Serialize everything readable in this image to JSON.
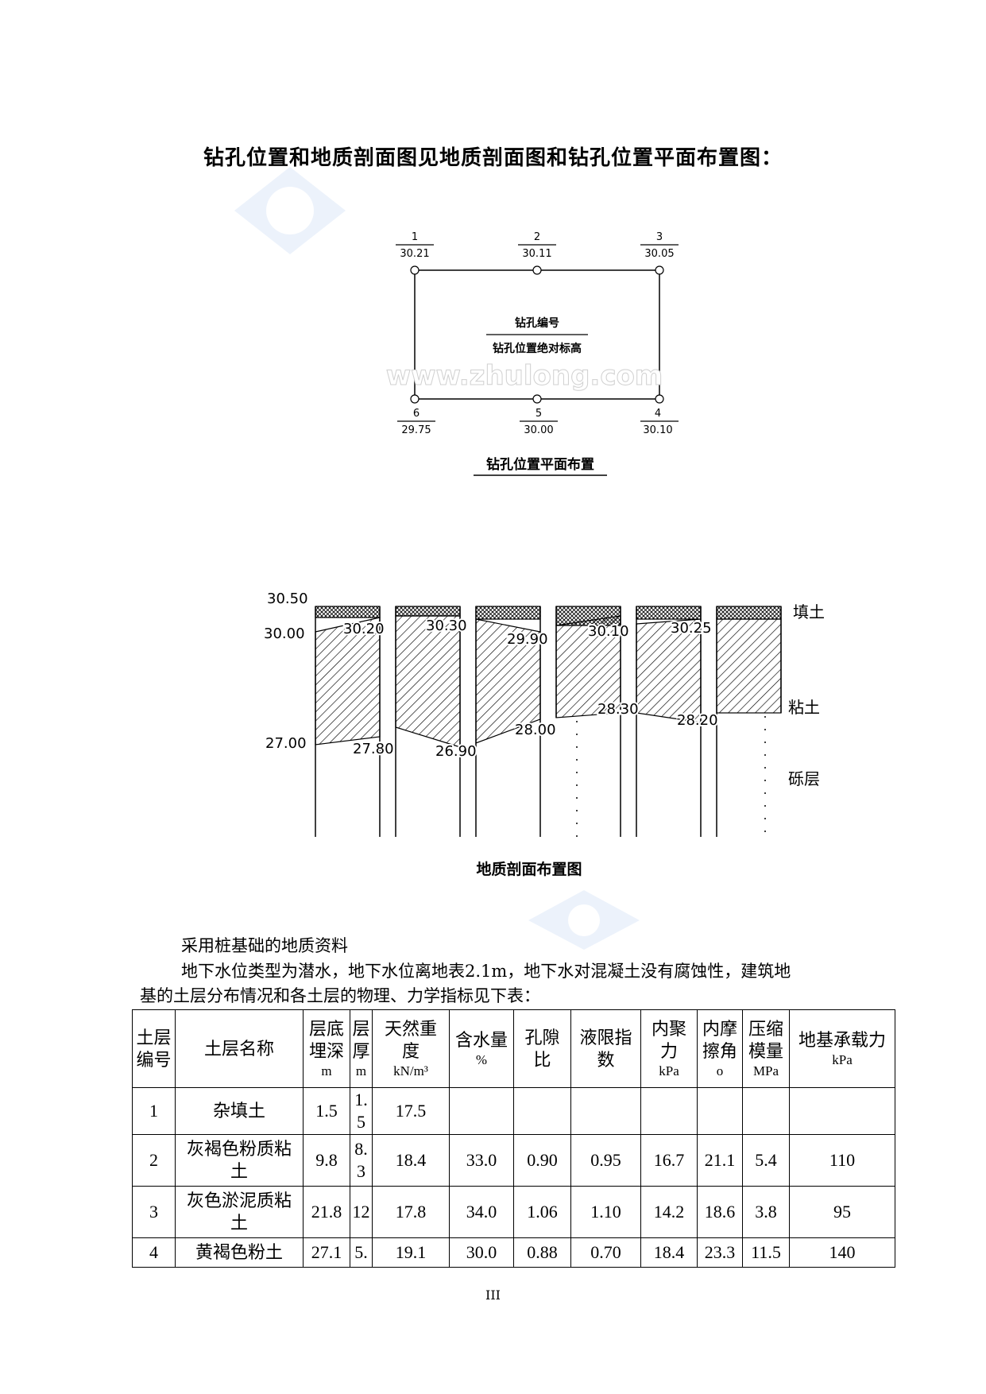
{
  "heading": "钻孔位置和地质剖面图见地质剖面图和钻孔位置平面布置图：",
  "watermark": "www.zhulong.com",
  "plan_figure": {
    "legend_top": "钻孔编号",
    "legend_bottom": "钻孔位置绝对标高",
    "caption": "钻孔位置平面布置",
    "boreholes": [
      {
        "id": "1",
        "elevation": "30.21"
      },
      {
        "id": "2",
        "elevation": "30.11"
      },
      {
        "id": "3",
        "elevation": "30.05"
      },
      {
        "id": "6",
        "elevation": "29.75"
      },
      {
        "id": "5",
        "elevation": "30.00"
      },
      {
        "id": "4",
        "elevation": "30.10"
      }
    ]
  },
  "profile_figure": {
    "caption": "地质剖面布置图",
    "scale_labels": [
      "30.50",
      "30.00",
      "27.00"
    ],
    "layer_labels": [
      "填土",
      "粘土",
      "砾层"
    ],
    "top_elevations": [
      "30.20",
      "30.30",
      "29.90",
      "30.10",
      "30.25"
    ],
    "bottom_elevations": [
      "27.80",
      "26.90",
      "28.00",
      "28.30",
      "28.20"
    ]
  },
  "paragraphs": [
    "采用桩基础的地质资料",
    "地下水位类型为潜水，地下水位离地表2.1m，地下水对混凝土没有腐蚀性，建筑地",
    "基的土层分布情况和各土层的物理、力学指标见下表："
  ],
  "table": {
    "headers": [
      {
        "text": "土层\n编号",
        "unit": ""
      },
      {
        "text": "土层名称",
        "unit": ""
      },
      {
        "text": "层底\n埋深",
        "unit": "m"
      },
      {
        "text": "层\n厚",
        "unit": "m"
      },
      {
        "text": "天然重\n度",
        "unit": "kN/m³"
      },
      {
        "text": "含水量",
        "unit": "%"
      },
      {
        "text": "孔隙\n比",
        "unit": ""
      },
      {
        "text": "液限指\n数",
        "unit": ""
      },
      {
        "text": "内聚\n力",
        "unit": "kPa"
      },
      {
        "text": "内摩\n擦角",
        "unit": "o"
      },
      {
        "text": "压缩\n模量",
        "unit": "MPa"
      },
      {
        "text": "地基承载力",
        "unit": "kPa"
      }
    ],
    "rows": [
      [
        "1",
        "杂填土",
        "1.5",
        "1.\n5",
        "17.5",
        "",
        "",
        "",
        "",
        "",
        "",
        ""
      ],
      [
        "2",
        "灰褐色粉质粘\n土",
        "9.8",
        "8.\n3",
        "18.4",
        "33.0",
        "0.90",
        "0.95",
        "16.7",
        "21.1",
        "5.4",
        "110"
      ],
      [
        "3",
        "灰色淤泥质粘\n土",
        "21.8",
        "12",
        "17.8",
        "34.0",
        "1.06",
        "1.10",
        "14.2",
        "18.6",
        "3.8",
        "95"
      ],
      [
        "4",
        "黄褐色粉土",
        "27.1",
        "5.",
        "19.1",
        "30.0",
        "0.88",
        "0.70",
        "18.4",
        "23.3",
        "11.5",
        "140"
      ]
    ]
  },
  "page_number": "III"
}
